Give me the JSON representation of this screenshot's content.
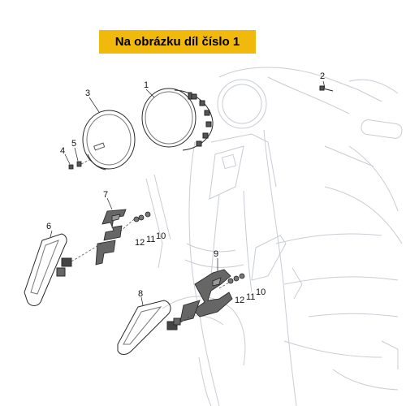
{
  "banner": {
    "text": "Na obrázku díl číslo 1",
    "color": "#f2b90d"
  },
  "callouts": {
    "c1": "1",
    "c2": "2",
    "c3": "3",
    "c4": "4",
    "c5": "5",
    "c6": "6",
    "c7": "7",
    "c8": "8",
    "c9": "9",
    "c10a": "10",
    "c11a": "11",
    "c12a": "12",
    "c10b": "10",
    "c11b": "11",
    "c12b": "12"
  },
  "colors": {
    "ghost": "#c8ccd3",
    "part": "#2a2a2a",
    "callout_text": "#111111"
  }
}
